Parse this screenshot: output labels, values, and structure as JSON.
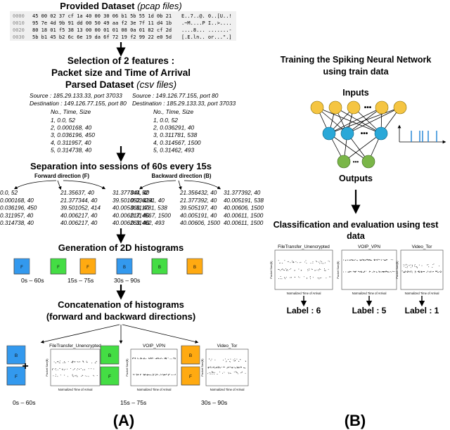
{
  "panel_a": {
    "dataset_title": "Provided Dataset ",
    "dataset_title_suffix": "(pcap files)",
    "hex_rows": [
      {
        "offset": "0000",
        "hex": "45 00 02 37 cf 1a 40 00  30 06 b1 5b 55 1d 0b 21",
        "ascii": "E..7..@. 0..[U..!"
      },
      {
        "offset": "0010",
        "hex": "95 7e 4d 9b 91 dd 00 50  49 aa f2 3e 7f 11 d4 1b",
        "ascii": ".~M....P I..>...."
      },
      {
        "offset": "0020",
        "hex": "80 18 01 f5 38 13 00 00  01 01 08 0a 01 82 cf 2d",
        "ascii": "....8... .......-"
      },
      {
        "offset": "0030",
        "hex": "5b b1 45 b2 6c 6e 19 da  6f 72 19 f2 99 22 e0 5d",
        "ascii": "[.E.ln.. or...\".]"
      }
    ],
    "selection_title_1": "Selection of 2 features :",
    "selection_title_2": "Packet size and Time of Arrival",
    "parsed_title": "Parsed Dataset ",
    "parsed_title_suffix": "(csv files)",
    "left_stream": {
      "source": "Source : 185.29.133.33, port 37033",
      "destination": "Destination : 149.126.77.155, port 80",
      "header": "No., Time, Size",
      "rows": [
        "1, 0.0, 52",
        "2, 0.000168, 40",
        "3, 0.036196, 450",
        "4, 0.311957, 40",
        "5, 0.314738, 40"
      ]
    },
    "right_stream": {
      "source": "Source : 149.126.77.155, port 80",
      "destination": "Destination : 185.29.133.33, port 37033",
      "header": "No., Time, Size",
      "rows": [
        "1, 0.0, 52",
        "2, 0.036291, 40",
        "3, 0.311781, 538",
        "4, 0.314567, 1500",
        "5, 0.31462, 493"
      ]
    },
    "separation_title": "Separation into sessions of 60s every 15s",
    "forward_label": "Forward direction (F)",
    "backward_label": "Backward direction (B)",
    "forward_columns": [
      [
        "0.0, 52",
        "0.000168, 40",
        "0.036196, 450",
        "0.311957, 40",
        "0.314738, 40"
      ],
      [
        "21.35637, 40",
        "21.377344, 40",
        "39.501052, 414",
        "40.006217, 40",
        "40.006217, 40"
      ],
      [
        "31.377344, 40",
        "39.501052, 414",
        "40.005366, 40",
        "40.006217, 40",
        "40.006263, 40"
      ]
    ],
    "backward_columns": [
      [
        "0.0, 52",
        "0.036291, 40",
        "0.311781, 538",
        "0.314567, 1500",
        "0.31462, 493"
      ],
      [
        "21.356432, 40",
        "21.377392, 40",
        "39.505197, 40",
        "40.005191, 40",
        "40.00606, 1500"
      ],
      [
        "31.377392, 40",
        "40.005191, 538",
        "40.00606, 1500",
        "40.00611, 1500",
        "40.00611, 1500"
      ]
    ],
    "histograms_title": "Generation of 2D histograms",
    "hist_tiles": [
      {
        "letter": "F",
        "color": "#3399ee"
      },
      {
        "letter": "F",
        "color": "#44dd44"
      },
      {
        "letter": "F",
        "color": "#ffaa11"
      },
      {
        "letter": "B",
        "color": "#3399ee"
      },
      {
        "letter": "B",
        "color": "#44dd44"
      },
      {
        "letter": "B",
        "color": "#ffaa11"
      }
    ],
    "windows": [
      "0s – 60s",
      "15s – 75s",
      "30s – 90s"
    ],
    "concat_title_1": "Concatenation of histograms",
    "concat_title_2": "(forward and backward directions)",
    "plus_sign": "+",
    "pairs": [
      {
        "top": "B",
        "bottom": "F",
        "color": "#3399ee",
        "plot_title": "FileTransfer_Unencrypted",
        "window": "0s – 60s"
      },
      {
        "top": "B",
        "bottom": "F",
        "color": "#44dd44",
        "plot_title": "VOIP_VPN",
        "window": "15s – 75s"
      },
      {
        "top": "B",
        "bottom": "F",
        "color": "#ffaa11",
        "plot_title": "Video_Tor",
        "window": "30s – 90s"
      }
    ],
    "tile_small_text": "15s – 75s",
    "axis_y": "Packet Size(B)",
    "axis_x": "Normalized Time of Arrival",
    "panel_label": "(A)"
  },
  "panel_b": {
    "training_title_1": "Training the Spiking Neural Network",
    "training_title_2": "using train data",
    "inputs_label": "Inputs",
    "outputs_label": "Outputs",
    "ellipsis": "•••",
    "neuron_colors": {
      "input": "#f5c542",
      "hidden": "#2aa8d8",
      "output": "#7ab648"
    },
    "spike_color": "#1a7fd4",
    "classification_title_1": "Classification and evaluation using test",
    "classification_title_2": "data",
    "results": [
      {
        "plot_title": "FileTransfer_Unencrypted",
        "label": "Label : 6"
      },
      {
        "plot_title": "VOIP_VPN",
        "label": "Label : 5"
      },
      {
        "plot_title": "Video_Tor",
        "label": "Label : 1"
      }
    ],
    "axis_y": "Packet Size(B)",
    "axis_x": "Normalized Time of Arrival",
    "panel_label": "(B)"
  }
}
